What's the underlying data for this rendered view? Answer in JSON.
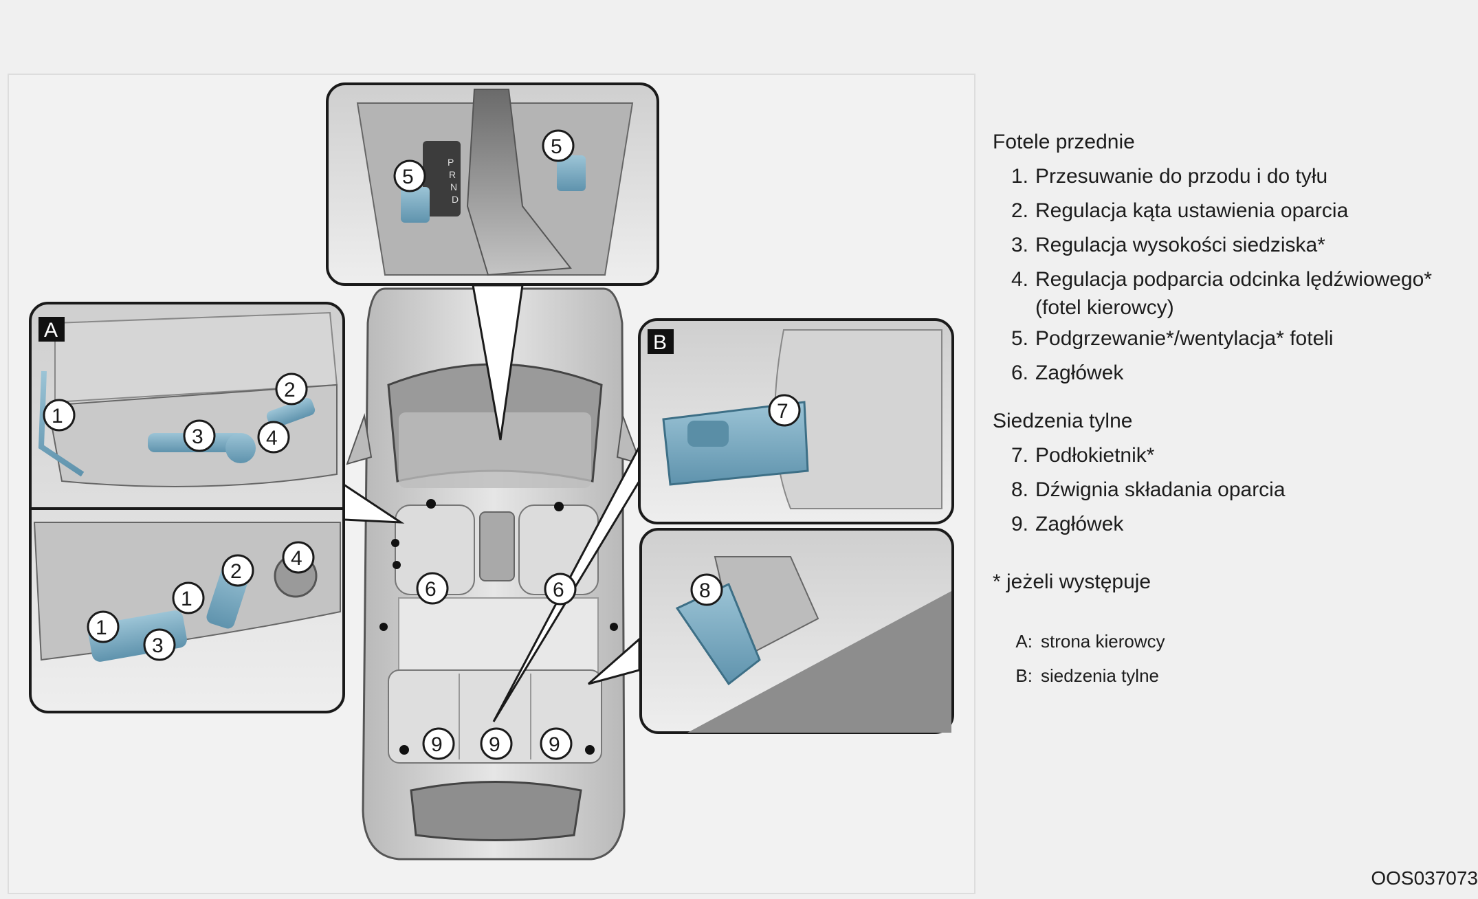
{
  "figure_code": "OOS037073",
  "panel_labels": {
    "a": "A",
    "b": "B"
  },
  "front_seats": {
    "title": "Fotele przednie",
    "items": [
      {
        "num": "1.",
        "text": "Przesuwanie do przodu i do tyłu"
      },
      {
        "num": "2.",
        "text": "Regulacja kąta ustawienia oparcia"
      },
      {
        "num": "3.",
        "text": "Regulacja wysokości siedziska*"
      },
      {
        "num": "4.",
        "text": "Regulacja podparcia odcinka lędźwiowego*",
        "cont": "(fotel kierowcy)"
      },
      {
        "num": "5.",
        "text": "Podgrzewanie*/wentylacja* foteli"
      },
      {
        "num": "6.",
        "text": "Zagłówek"
      }
    ]
  },
  "rear_seats": {
    "title": "Siedzenia tylne",
    "items": [
      {
        "num": "7.",
        "text": "Podłokietnik*"
      },
      {
        "num": "8.",
        "text": "Dźwignia składania oparcia"
      },
      {
        "num": "9.",
        "text": "Zagłówek"
      }
    ]
  },
  "note": "* jeżeli występuje",
  "legend": [
    {
      "key": "A:",
      "text": "strona kierowcy"
    },
    {
      "key": "B:",
      "text": "siedzenia tylne"
    }
  ],
  "callouts": {
    "c1": "1",
    "c2": "2",
    "c3": "3",
    "c4": "4",
    "c5": "5",
    "c6": "6",
    "c7": "7",
    "c8": "8",
    "c9": "9"
  },
  "shifter_letters": {
    "p": "P",
    "r": "R",
    "n": "N",
    "d": "D"
  },
  "colors": {
    "background": "#f0f0f0",
    "highlight_blue": "#7fb0c8",
    "panel_border": "#1a1a1a",
    "car_grey": "#cfcfcf"
  }
}
